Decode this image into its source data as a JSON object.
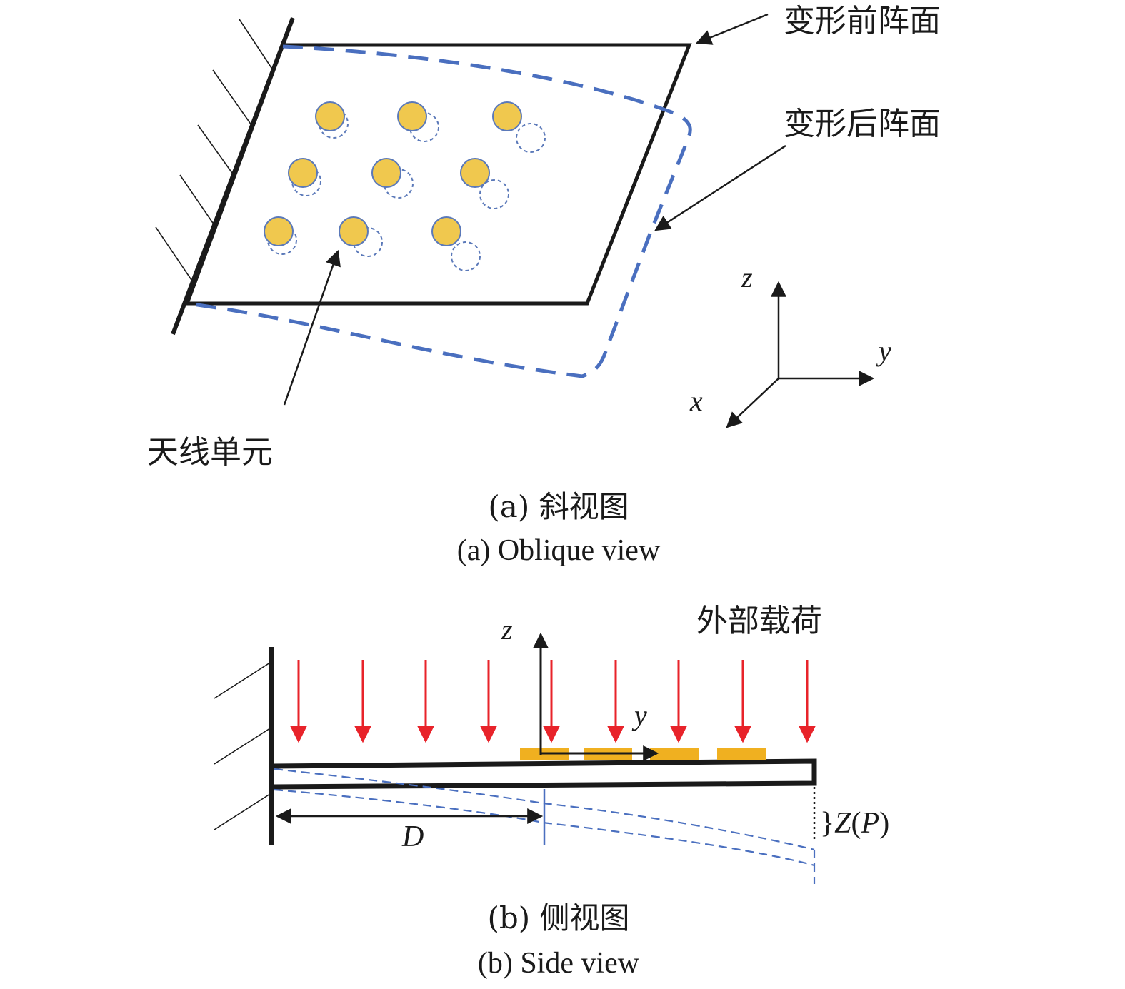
{
  "oblique": {
    "label_before": "变形前阵面",
    "label_after": "变形后阵面",
    "label_element": "天线单元",
    "axis_x": "x",
    "axis_y": "y",
    "axis_z": "z",
    "caption_cn": "(a) 斜视图",
    "caption_en": "(a) Oblique view",
    "element_count": 9
  },
  "side": {
    "label_load": "外部载荷",
    "axis_z": "z",
    "axis_y": "y",
    "label_d": "D",
    "label_zp_brace": "}",
    "label_zp_z": "Z",
    "label_zp_open": "(",
    "label_zp_p": "P",
    "label_zp_close": ")",
    "caption_cn": "(b) 侧视图",
    "caption_en": "(b) Side view",
    "load_arrow_count": 9,
    "patch_count": 4
  },
  "colors": {
    "structure": "#1a1a1a",
    "deformed": "#4a6fbf",
    "element_fill": "#f0c84e",
    "element_stroke": "#5b79b9",
    "load_arrow": "#e8232a",
    "patch": "#f0b020"
  }
}
